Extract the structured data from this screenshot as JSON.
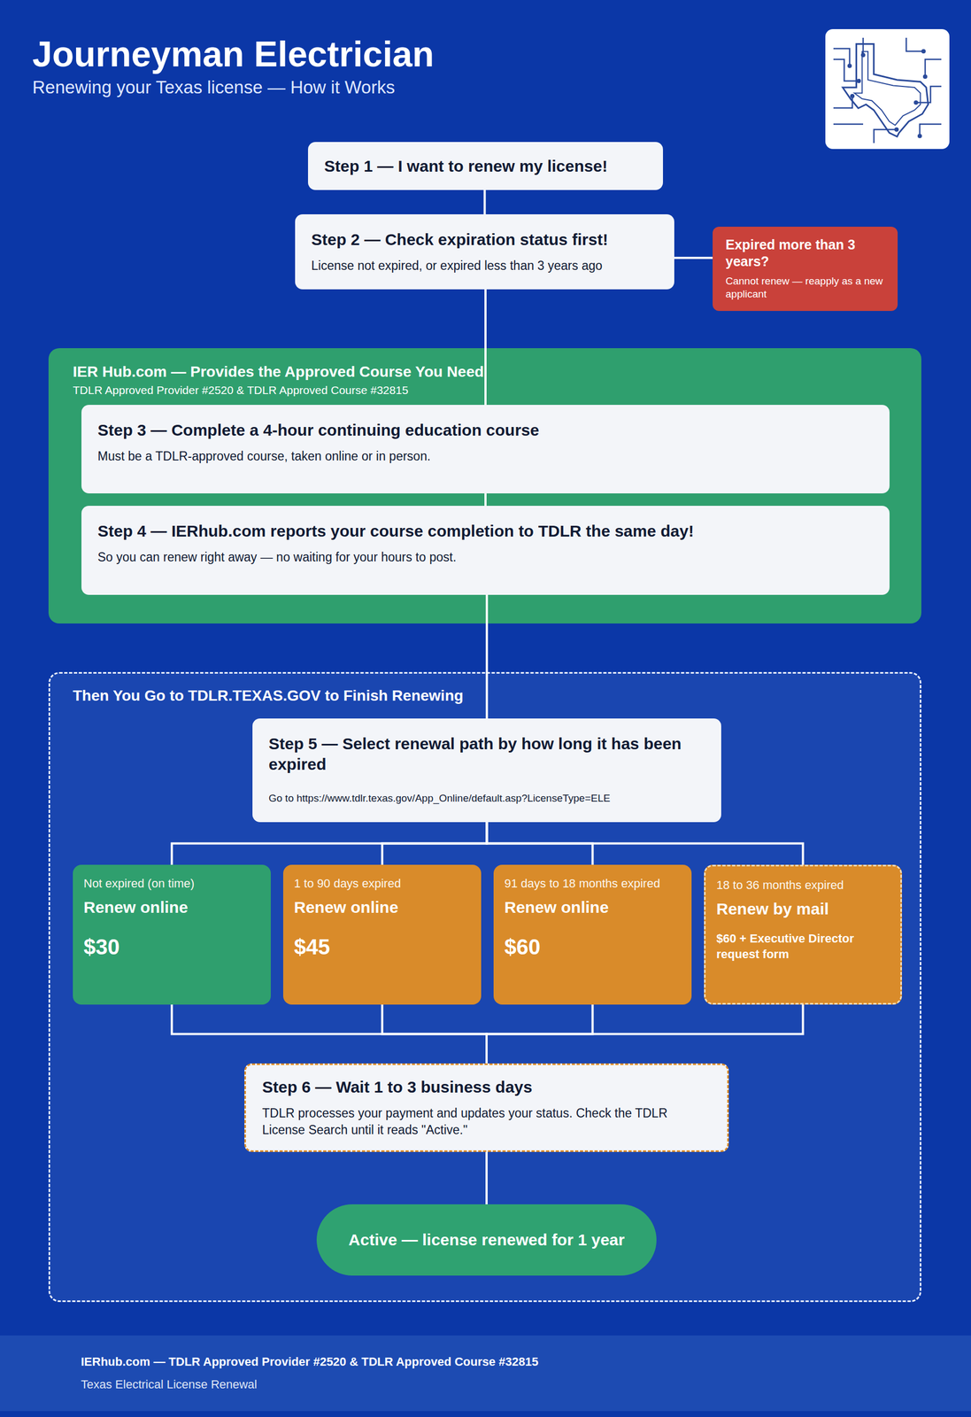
{
  "diagram": {
    "title": "Journeyman Electrician",
    "nodes": [
      {
        "text": [
          "Step 1 — I want to renew my license!"
        ]
      },
      {
        "text": [
          "Step 2 — Check expiration status first!",
          "License not expired, or expired less than 3 years ago"
        ]
      },
      {
        "text": [
          "Expired more than 3 years?",
          "Cannot renew — reapply as a new applicant"
        ]
      },
      {
        "text": [
          "IER Hub.com — Provides the Approved Course You Need",
          "TDLR Approved Provider #2520 & TDLR Approved Course #32815"
        ]
      },
      {
        "text": [
          "Step 3 — Complete a 4-hour continuing education course",
          "Must be a TDLR-approved course, taken online or in person."
        ],
        "in": 3
      },
      {
        "text": [
          "Step 4 — IERhub.com reports your course completion to TDLR the same day!",
          "So you can renew right away — no waiting for your hours to post."
        ],
        "in": 3
      },
      {
        "text": [
          "Then You Go to TDLR.TEXAS.GOV to Finish Renewing"
        ]
      },
      {
        "text": [
          "Step 5 — Select renewal path by how long it has been expired",
          "Go to https://www.tdlr.texas.gov/App_Online/default.asp?LicenseType=ELE"
        ],
        "in": 6
      },
      {
        "text": [
          "Not expired (on time)",
          "Renew online",
          "$30"
        ],
        "in": 6
      },
      {
        "text": [
          "1 to 90 days expired",
          "Renew online",
          "$45"
        ],
        "in": 6
      },
      {
        "text": [
          "91 days to 18 months expired",
          "Renew online",
          "$60"
        ],
        "in": 6
      },
      {
        "text": [
          "18 to 36 months expired",
          "Renew by mail",
          "$60 + Executive Director request form"
        ],
        "in": 6
      },
      {
        "text": [
          "Step 6 — Wait 1 to 3 business days",
          "TDLR processes your payment and updates your status. Check the TDLR License Search until it reads \"Active.\""
        ],
        "in": 6
      },
      {
        "text": [
          "Active — license renewed for 1 year"
        ],
        "in": 6
      },
      {
        "text": [
          "IERhub.com — TDLR Approved Provider #2520 & TDLR Approved Course #32815",
          "Texas Electrical License Renewal"
        ]
      }
    ],
    "edges": [
      {
        "from": 0,
        "to": 1,
        "arrow": "none"
      },
      {
        "from": 1,
        "to": 2,
        "arrow": "none"
      },
      {
        "from": 1,
        "to": 4,
        "arrow": "none"
      },
      {
        "from": 4,
        "to": 5,
        "arrow": "none"
      },
      {
        "from": 5,
        "to": 7,
        "arrow": "none"
      },
      {
        "from": 7,
        "to": 8,
        "arrow": "none"
      },
      {
        "from": 7,
        "to": 9,
        "arrow": "none"
      },
      {
        "from": 7,
        "to": 10,
        "arrow": "none"
      },
      {
        "from": 7,
        "to": 11,
        "arrow": "none"
      },
      {
        "from": 8,
        "to": 12,
        "arrow": "none"
      },
      {
        "from": 9,
        "to": 12,
        "arrow": "none"
      },
      {
        "from": 10,
        "to": 12,
        "arrow": "none"
      },
      {
        "from": 11,
        "to": 12,
        "arrow": "none"
      },
      {
        "from": 12,
        "to": 13,
        "arrow": "none"
      }
    ],
    "labels": [
      "Renewing your Texas license — How it Works"
    ]
  }
}
